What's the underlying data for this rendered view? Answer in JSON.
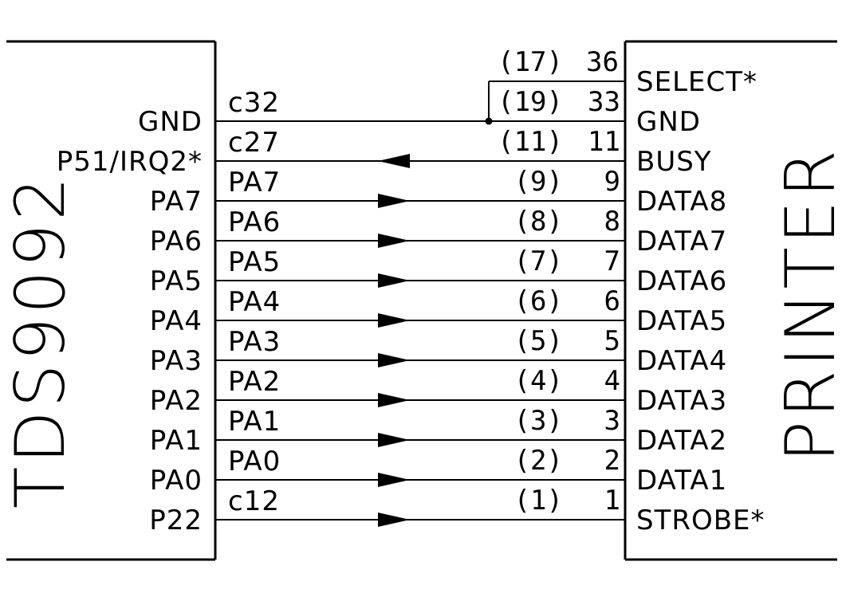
{
  "left_block": {
    "title": "TDS9092"
  },
  "right_block": {
    "title": "PRINTER"
  },
  "nets": [
    {
      "left_pin": "GND",
      "wire": "c32",
      "dir": "none",
      "conn_pin": "(19)",
      "pin": "33",
      "right_pin": "GND"
    },
    {
      "left_pin": "P51/IRQ2*",
      "wire": "c27",
      "dir": "left",
      "conn_pin": "(11)",
      "pin": "11",
      "right_pin": "BUSY"
    },
    {
      "left_pin": "PA7",
      "wire": "PA7",
      "dir": "right",
      "conn_pin": "(9)",
      "pin": "9",
      "right_pin": "DATA8"
    },
    {
      "left_pin": "PA6",
      "wire": "PA6",
      "dir": "right",
      "conn_pin": "(8)",
      "pin": "8",
      "right_pin": "DATA7"
    },
    {
      "left_pin": "PA5",
      "wire": "PA5",
      "dir": "right",
      "conn_pin": "(7)",
      "pin": "7",
      "right_pin": "DATA6"
    },
    {
      "left_pin": "PA4",
      "wire": "PA4",
      "dir": "right",
      "conn_pin": "(6)",
      "pin": "6",
      "right_pin": "DATA5"
    },
    {
      "left_pin": "PA3",
      "wire": "PA3",
      "dir": "right",
      "conn_pin": "(5)",
      "pin": "5",
      "right_pin": "DATA4"
    },
    {
      "left_pin": "PA2",
      "wire": "PA2",
      "dir": "right",
      "conn_pin": "(4)",
      "pin": "4",
      "right_pin": "DATA3"
    },
    {
      "left_pin": "PA1",
      "wire": "PA1",
      "dir": "right",
      "conn_pin": "(3)",
      "pin": "3",
      "right_pin": "DATA2"
    },
    {
      "left_pin": "PA0",
      "wire": "PA0",
      "dir": "right",
      "conn_pin": "(2)",
      "pin": "2",
      "right_pin": "DATA1"
    },
    {
      "left_pin": "P22",
      "wire": "c12",
      "dir": "right",
      "conn_pin": "(1)",
      "pin": "1",
      "right_pin": "STROBE*"
    }
  ],
  "select_line": {
    "conn_pin": "(17)",
    "pin": "36",
    "right_pin": "SELECT*"
  }
}
